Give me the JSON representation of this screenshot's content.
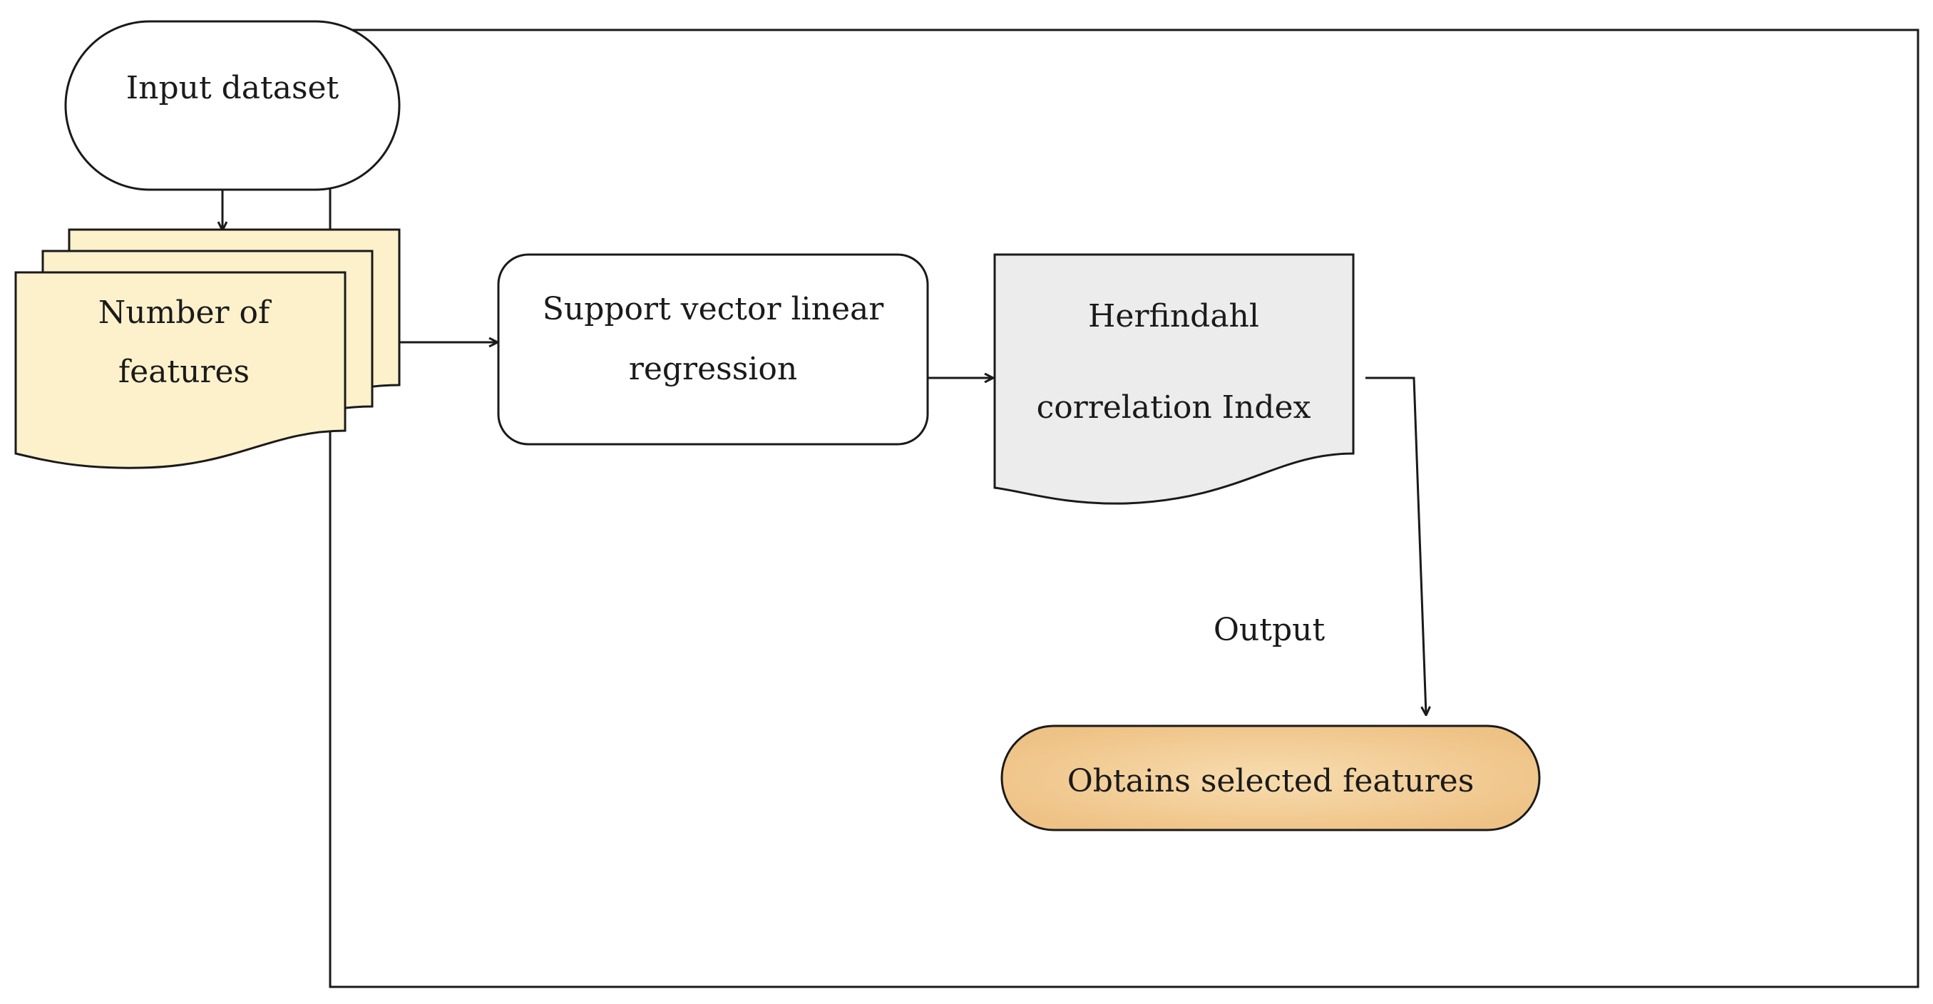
{
  "nodes": {
    "input": {
      "label": "Input dataset"
    },
    "features": {
      "lines": [
        "Number of",
        "features"
      ]
    },
    "svr": {
      "lines": [
        "Support vector linear",
        "regression"
      ]
    },
    "herfindahl": {
      "lines": [
        "Herfindahl",
        "correlation Index"
      ]
    },
    "output_label": {
      "label": "Output"
    },
    "result": {
      "label": "Obtains selected features"
    }
  },
  "colors": {
    "features_fill": "#fdf1cc",
    "herfindahl_fill": "#ececec",
    "result_fill": "#f4cf96",
    "stroke": "#1a1a1a"
  },
  "edges": [
    {
      "from": "input",
      "to": "features"
    },
    {
      "from": "features",
      "to": "svr"
    },
    {
      "from": "svr",
      "to": "herfindahl"
    },
    {
      "from": "herfindahl",
      "to": "result"
    }
  ]
}
